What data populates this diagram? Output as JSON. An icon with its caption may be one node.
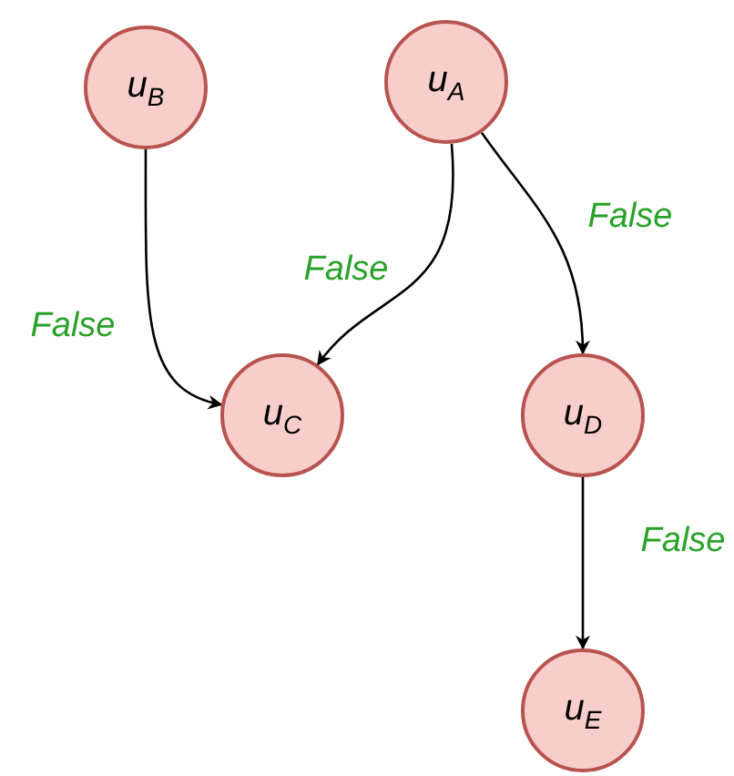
{
  "diagram": {
    "nodes": [
      {
        "text": [
          "u$_{B}$"
        ]
      },
      {
        "text": [
          "u$_{A}$"
        ]
      },
      {
        "text": [
          "u$_{C}$"
        ]
      },
      {
        "text": [
          "u$_{D}$"
        ]
      },
      {
        "text": [
          "u$_{E}$"
        ]
      }
    ],
    "edges": [
      {
        "from": 0,
        "to": 2,
        "arrow": "to",
        "label": "False"
      },
      {
        "from": 1,
        "to": 2,
        "arrow": "to",
        "label": "False"
      },
      {
        "from": 1,
        "to": 3,
        "arrow": "to",
        "label": "False"
      },
      {
        "from": 3,
        "to": 4,
        "arrow": "to",
        "label": "False"
      }
    ]
  }
}
